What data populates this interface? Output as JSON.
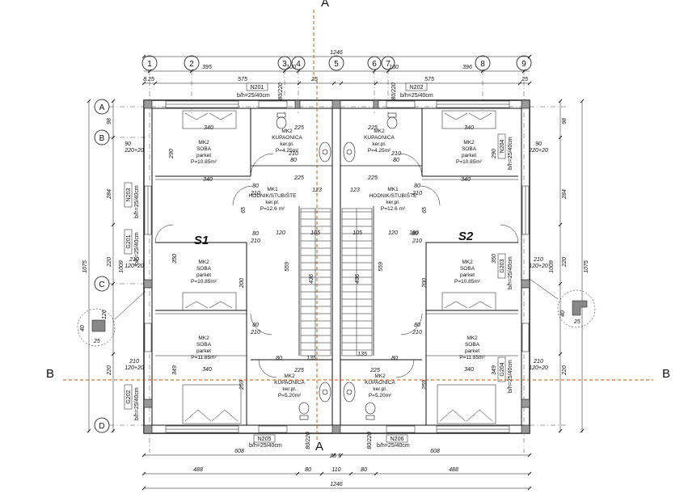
{
  "axes": {
    "columns": [
      "1",
      "2",
      "3",
      "4",
      "5",
      "6",
      "7",
      "8",
      "9"
    ],
    "rows": [
      "A",
      "B",
      "C",
      "D"
    ]
  },
  "sections": {
    "vertical": "A",
    "horizontal": "B"
  },
  "units": {
    "left": "S1",
    "right": "S2"
  },
  "beams": [
    {
      "id": "N201",
      "size": "b/h=25/40cm"
    },
    {
      "id": "N202",
      "size": "b/h=25/40cm"
    },
    {
      "id": "N205",
      "size": "b/h=25/40cm"
    },
    {
      "id": "N206",
      "size": "b/h=25/40cm"
    },
    {
      "id": "N203",
      "size": "b/h=25/40cm"
    },
    {
      "id": "G201",
      "size": "b/h=25/40cm"
    },
    {
      "id": "G202",
      "size": "b/h=25/40cm"
    },
    {
      "id": "N204",
      "size": "b/h=25/40cm"
    },
    {
      "id": "G203",
      "size": "b/h=25/40cm"
    },
    {
      "id": "G204",
      "size": "b/h=25/40cm"
    }
  ],
  "rooms": {
    "soba_108": [
      "MK2",
      "SOBA",
      "parket",
      "P=10.85m²"
    ],
    "soba_1185": [
      "MK2",
      "SOBA",
      "parket",
      "P=11.85m²"
    ],
    "kup_top": [
      "MK2",
      "KUPAONICA",
      "ker.pl.",
      "P=4.25m²"
    ],
    "kup_bottom": [
      "MK2",
      "KUPAONICA",
      "ker.pl.",
      "P=5.20m²"
    ],
    "hodnik": [
      "MK1",
      "HODNIK/STUBIŠTE",
      "ker.pl.",
      "P=12.6 m²"
    ]
  },
  "dims": {
    "overall": "1246",
    "top": [
      "395",
      "100",
      "396",
      "575",
      "575",
      "100"
    ],
    "bottom_row": [
      "488",
      "80",
      "110",
      "80",
      "488"
    ],
    "bottom_mid": [
      "608",
      "25",
      "5",
      "608"
    ],
    "left_outer": "1075",
    "left_inner": [
      "98",
      "284",
      "220",
      "220",
      "1009"
    ],
    "right_inner": [
      "98",
      "284",
      "220",
      "220",
      "1009"
    ],
    "stair": [
      "559",
      "436",
      "105",
      "123",
      "135"
    ],
    "interior": [
      "340",
      "225",
      "210",
      "80",
      "120",
      "290",
      "350",
      "200",
      "259",
      "349",
      "65",
      "180"
    ],
    "openings": [
      "90",
      "220+20",
      "120+20",
      "80/220"
    ],
    "small": [
      "8.25",
      "25",
      "40",
      "126"
    ]
  }
}
